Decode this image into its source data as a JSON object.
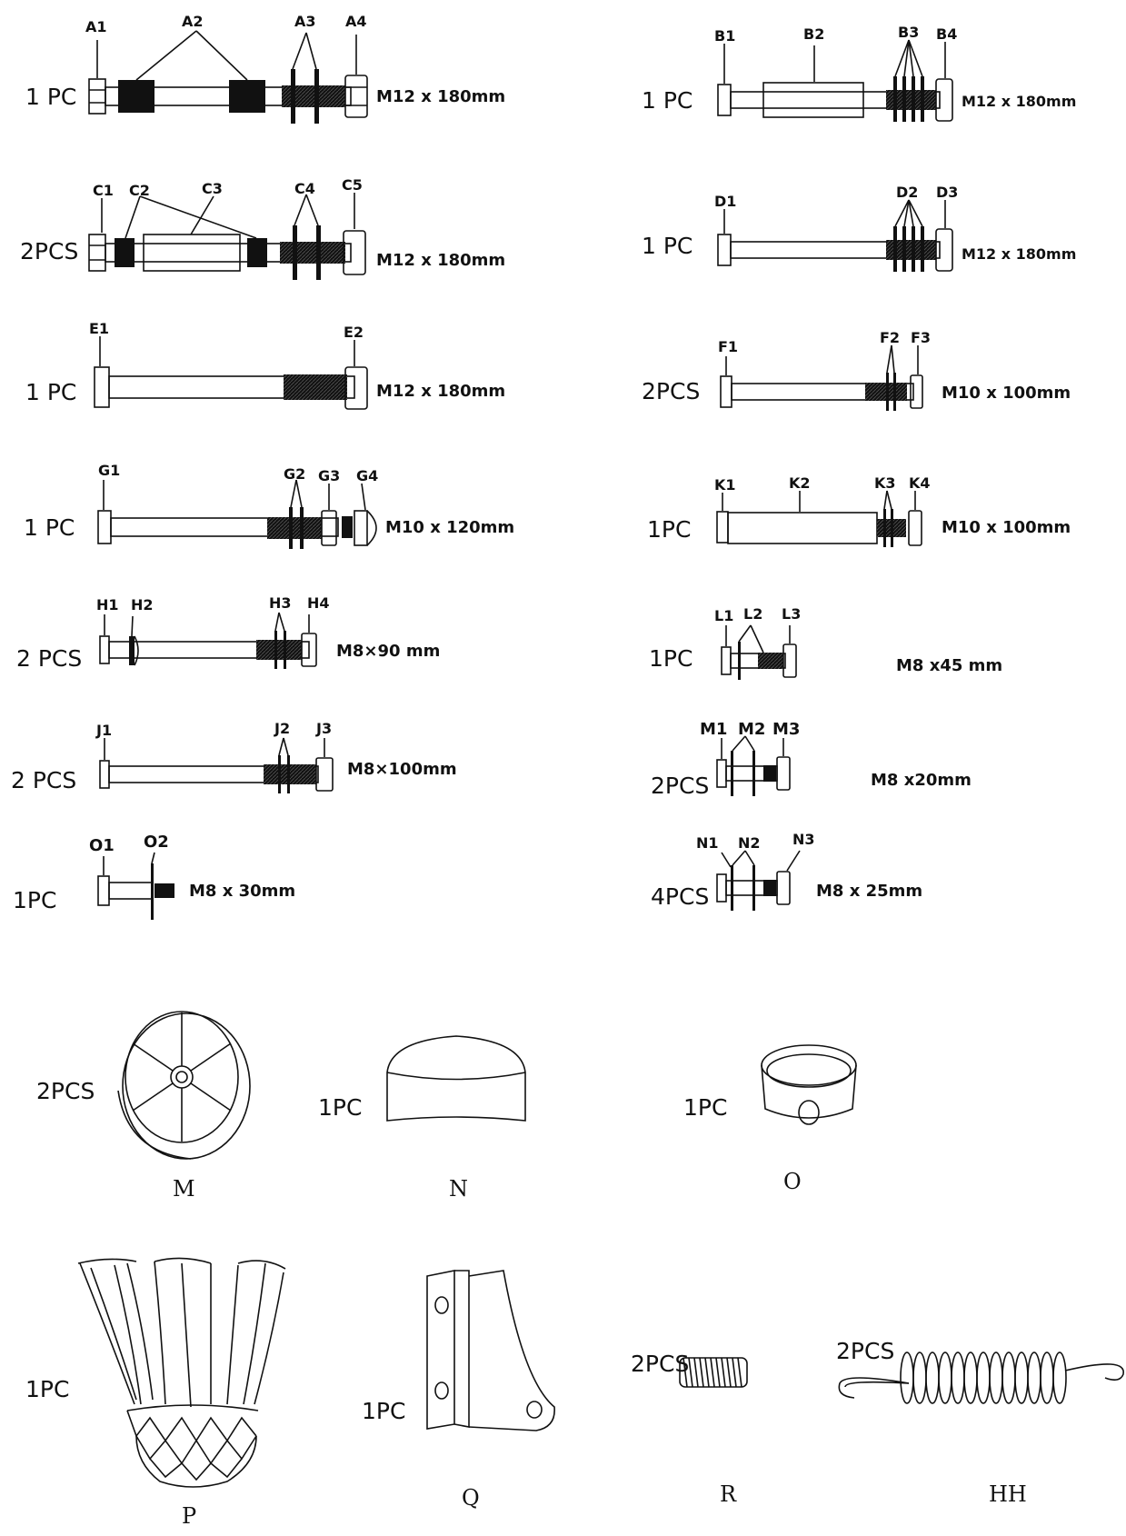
{
  "bolts": {
    "A": {
      "qty": "1 PC",
      "spec": "M12 x 180mm",
      "labels": [
        "A1",
        "A2",
        "A3",
        "A4"
      ]
    },
    "B": {
      "qty": "1 PC",
      "spec": "M12 x 180mm",
      "labels": [
        "B1",
        "B2",
        "B3",
        "B4"
      ]
    },
    "C": {
      "qty": "2PCS",
      "spec": "M12 x 180mm",
      "labels": [
        "C1",
        "C2",
        "C3",
        "C4",
        "C5"
      ]
    },
    "D": {
      "qty": "1 PC",
      "spec": "M12 x 180mm",
      "labels": [
        "D1",
        "D2",
        "D3"
      ]
    },
    "E": {
      "qty": "1 PC",
      "spec": "M12 x 180mm",
      "labels": [
        "E1",
        "E2"
      ]
    },
    "F": {
      "qty": "2PCS",
      "spec": "M10 x 100mm",
      "labels": [
        "F1",
        "F2",
        "F3"
      ]
    },
    "G": {
      "qty": "1 PC",
      "spec": "M10 x 120mm",
      "labels": [
        "G1",
        "G2",
        "G3",
        "G4"
      ]
    },
    "K": {
      "qty": "1PC",
      "spec": "M10 x 100mm",
      "labels": [
        "K1",
        "K2",
        "K3",
        "K4"
      ]
    },
    "H": {
      "qty": "2 PCS",
      "spec": "M8×90 mm",
      "labels": [
        "H1",
        "H2",
        "H3",
        "H4"
      ]
    },
    "L": {
      "qty": "1PC",
      "spec": "M8 x45 mm",
      "labels": [
        "L1",
        "L2",
        "L3"
      ]
    },
    "J": {
      "qty": "2 PCS",
      "spec": "M8×100mm",
      "labels": [
        "J1",
        "J2",
        "J3"
      ]
    },
    "Mb": {
      "qty": "2PCS",
      "spec": "M8 x20mm",
      "labels": [
        "M1",
        "M2",
        "M3"
      ]
    },
    "O": {
      "qty": "1PC",
      "spec": "M8 x 30mm",
      "labels": [
        "O1",
        "O2"
      ]
    },
    "N": {
      "qty": "4PCS",
      "spec": "M8 x 25mm",
      "labels": [
        "N1",
        "N2",
        "N3"
      ]
    }
  },
  "parts": {
    "M": {
      "qty": "2PCS",
      "letter": "M"
    },
    "N": {
      "qty": "1PC",
      "letter": "N"
    },
    "O": {
      "qty": "1PC",
      "letter": "O"
    },
    "P": {
      "qty": "1PC",
      "letter": "P"
    },
    "Q": {
      "qty": "1PC",
      "letter": "Q"
    },
    "R": {
      "qty": "2PCS",
      "letter": "R"
    },
    "HH": {
      "qty": "2PCS",
      "letter": "HH"
    }
  }
}
